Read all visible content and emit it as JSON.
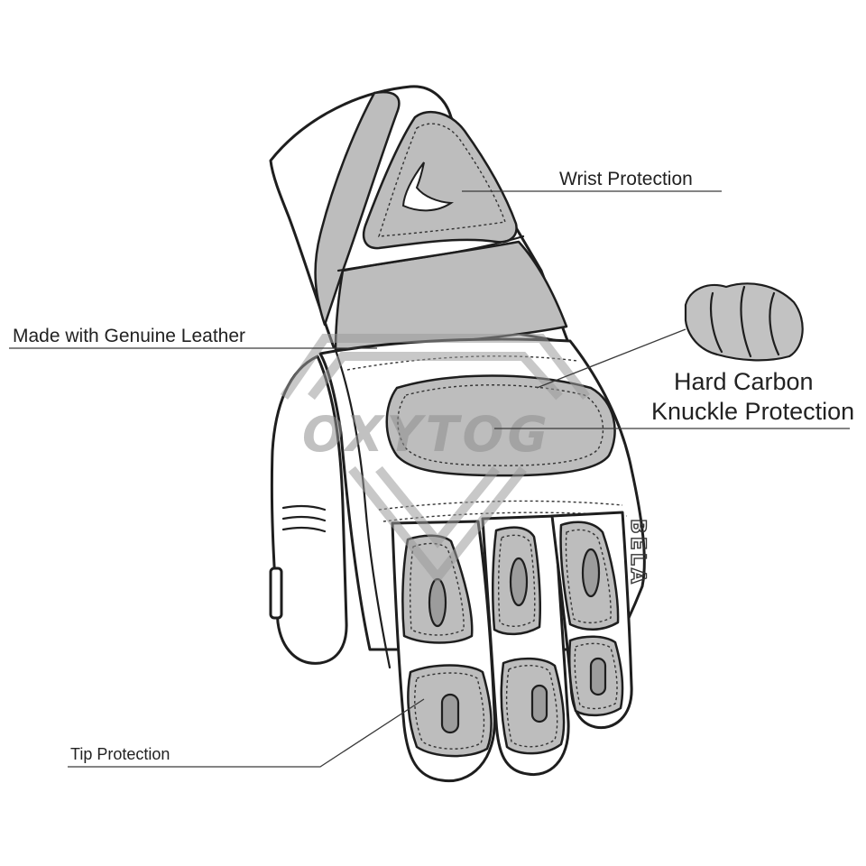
{
  "callouts": {
    "wrist": "Wrist Protection",
    "leather": "Made with Genuine Leather",
    "knuckle_line1": "Hard Carbon",
    "knuckle_line2": "Knuckle Protection",
    "tip": "Tip Protection"
  },
  "watermark": "OXYTOG",
  "brand_mark": "BELA",
  "colors": {
    "outline": "#1e1e1e",
    "panel": "#bdbdbd",
    "background": "#ffffff"
  }
}
